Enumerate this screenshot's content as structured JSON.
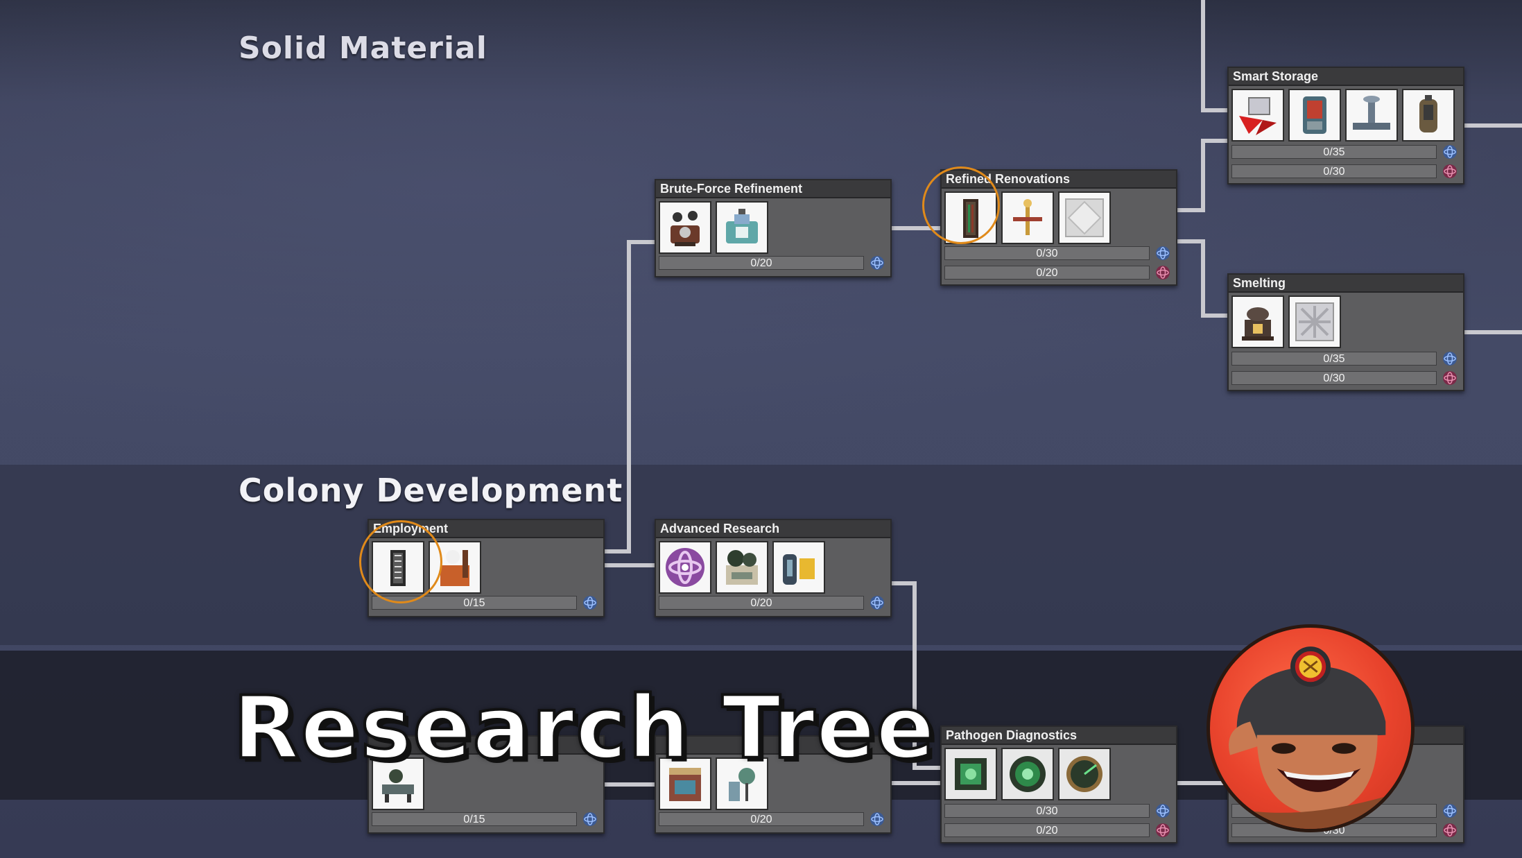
{
  "categories": {
    "solid_material": "Solid Material",
    "colony_development": "Colony Development"
  },
  "overlay": {
    "title": "Research Tree"
  },
  "nodes": {
    "brute_force_refinement": {
      "title": "Brute-Force Refinement",
      "progress": [
        "0/20"
      ]
    },
    "refined_renovations": {
      "title": "Refined Renovations",
      "progress": [
        "0/30",
        "0/20"
      ]
    },
    "smart_storage": {
      "title": "Smart Storage",
      "progress": [
        "0/35",
        "0/30"
      ]
    },
    "smelting": {
      "title": "Smelting",
      "progress": [
        "0/35",
        "0/30"
      ]
    },
    "employment": {
      "title": "Employment",
      "progress": [
        "0/15"
      ]
    },
    "advanced_research": {
      "title": "Advanced Research",
      "progress": [
        "0/20"
      ]
    },
    "pathogen_diagnostics": {
      "title": "Pathogen Diagnostics",
      "progress": [
        "0/30",
        "0/20"
      ]
    },
    "lower_left": {
      "title": "",
      "progress": [
        "0/15"
      ]
    },
    "lower_middle": {
      "title": "",
      "progress": [
        "0/20"
      ]
    },
    "lower_right": {
      "title": "",
      "progress": [
        "0/30"
      ]
    }
  },
  "colors": {
    "connector": "#c9c9cf",
    "highlight": "#e08a1a",
    "research_basic": "#4a6fb0",
    "research_advanced": "#9b3a5a"
  }
}
